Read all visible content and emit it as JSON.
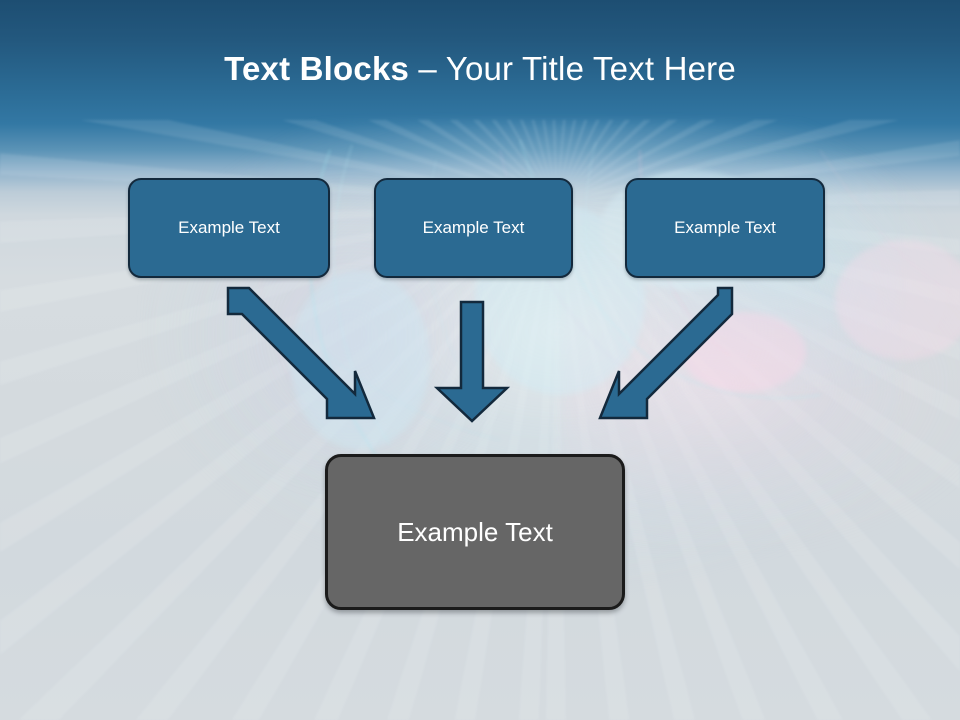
{
  "slide": {
    "title": {
      "bold_part": "Text Blocks",
      "separator": " – ",
      "light_part": "Your Title Text Here",
      "full": "Text Blocks – Your Title Text Here"
    },
    "theme": {
      "header_gradient_top": "#1d4e72",
      "header_gradient_bottom": "#3378a4",
      "background_base": "#d4dade",
      "box_fill": "#2b6a92",
      "box_border": "#13293c",
      "result_fill": "#666666",
      "result_border": "#1b1b1b",
      "arrow_fill": "#2b6a92",
      "arrow_border": "#13293c",
      "text_color": "#ffffff"
    },
    "diagram": {
      "type": "convergent-flow",
      "source_boxes": [
        {
          "id": "box-1",
          "label": "Example Text"
        },
        {
          "id": "box-2",
          "label": "Example Text"
        },
        {
          "id": "box-3",
          "label": "Example Text"
        }
      ],
      "result_box": {
        "id": "box-result",
        "label": "Example Text"
      },
      "arrows": [
        {
          "id": "arrow-left",
          "direction": "down-right",
          "from": "box-1",
          "to": "box-result"
        },
        {
          "id": "arrow-center",
          "direction": "down",
          "from": "box-2",
          "to": "box-result"
        },
        {
          "id": "arrow-right",
          "direction": "down-left",
          "from": "box-3",
          "to": "box-result"
        }
      ]
    }
  }
}
